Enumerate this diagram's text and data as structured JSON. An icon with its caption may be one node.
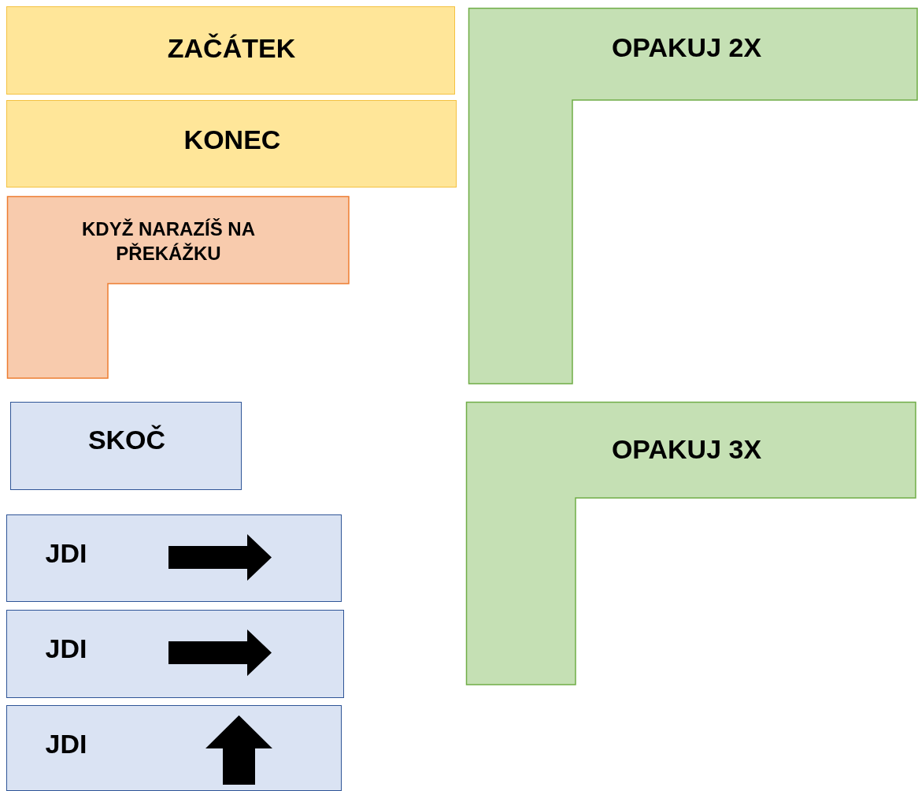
{
  "diagram": {
    "nodes": [
      {
        "text": [
          "ZAČÁTEK"
        ]
      },
      {
        "text": [
          "KONEC"
        ]
      },
      {
        "text": [
          "KDYŽ NARAZÍŠ NA PŘEKÁŽKU"
        ]
      },
      {
        "text": [
          "SKOČ"
        ]
      },
      {
        "text": [
          "JDI"
        ]
      },
      {
        "text": [
          "JDI"
        ]
      },
      {
        "text": [
          "JDI"
        ]
      },
      {
        "text": [
          "OPAKUJ 2X"
        ]
      },
      {
        "text": [
          "OPAKUJ 3X"
        ]
      }
    ]
  }
}
